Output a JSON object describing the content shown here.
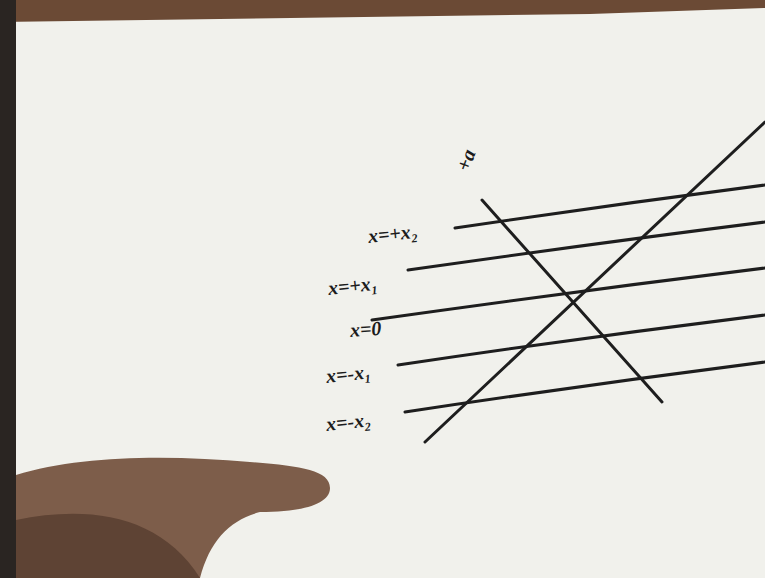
{
  "diagram": {
    "labels": [
      "+a",
      "x=+x₂",
      "x=+x₁",
      "x=0",
      "x=-x₁",
      "x=-x₂"
    ]
  }
}
